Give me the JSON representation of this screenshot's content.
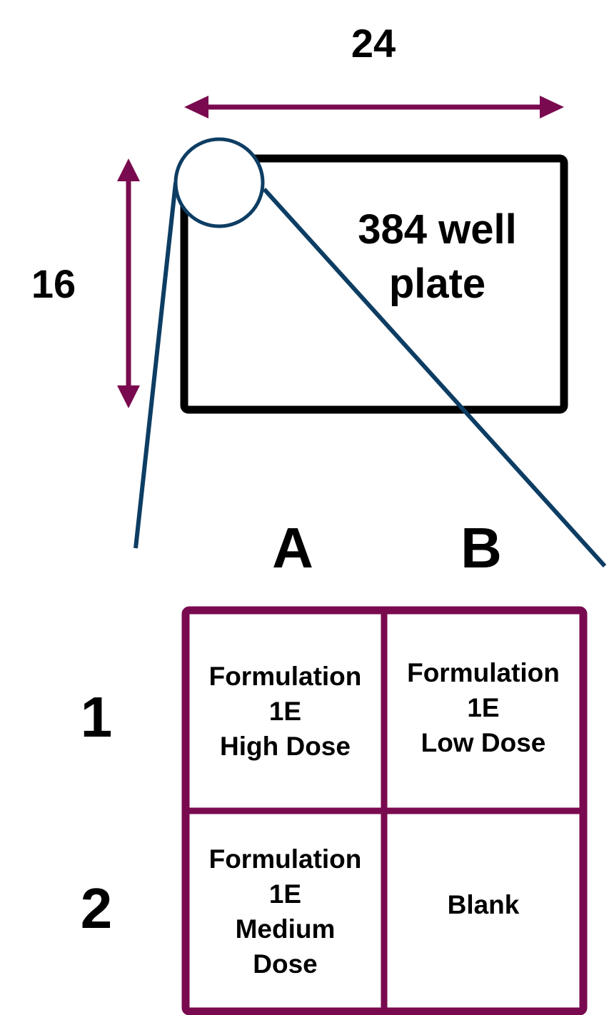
{
  "diagram": {
    "width_label": "24",
    "height_label": "16",
    "plate_label_lines": [
      "384 well",
      "plate"
    ],
    "column_labels": [
      "A",
      "B"
    ],
    "row_labels": [
      "1",
      "2"
    ],
    "cells": [
      {
        "well": "A1",
        "lines": [
          "Formulation",
          "1E",
          "High Dose"
        ]
      },
      {
        "well": "B1",
        "lines": [
          "Formulation",
          "1E",
          "Low Dose"
        ]
      },
      {
        "well": "A2",
        "lines": [
          "Formulation",
          "1E",
          "Medium",
          "Dose"
        ]
      },
      {
        "well": "B2",
        "lines": [
          "Blank"
        ]
      }
    ]
  },
  "colors": {
    "arrow": "#7a0a4f",
    "plate_outline": "#000000",
    "zoom_lines": "#0d3d63",
    "grid": "#7a0a4f",
    "text": "#000000"
  }
}
